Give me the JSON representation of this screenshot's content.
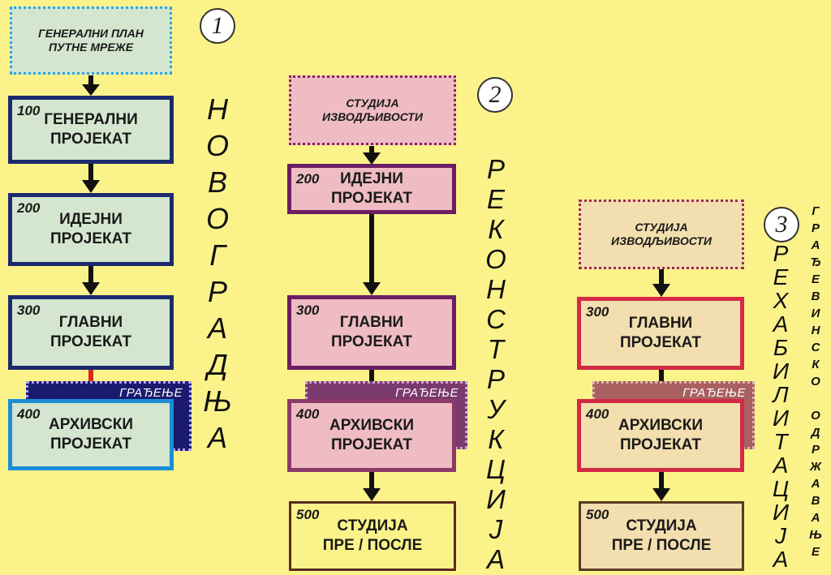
{
  "colors": {
    "background": "#fbf38a",
    "col1_fill": "#d4e6cf",
    "col1_border": "#1c2a6e",
    "col1_archive_border": "#1a8fd6",
    "col1_source_border": "#2aa6e0",
    "col2_fill": "#eebcc2",
    "col2_border": "#6b1e62",
    "col2_source_border": "#8c2060",
    "col3_fill": "#f2deae",
    "col3_border": "#d42a46",
    "col3_source_border": "#a02a50",
    "end_fill_col2": "#fbf38a",
    "end_border_col2": "#5a2a20",
    "end_fill_col3": "#f2deae",
    "end_border_col3": "#5a3a20",
    "red_arrow": "#d8261e"
  },
  "column1": {
    "marker": "1",
    "source": {
      "line1": "ГЕНЕРАЛНИ ПЛАН",
      "line2": "ПУТНЕ МРЕЖЕ"
    },
    "boxes": [
      {
        "num": "100",
        "line1": "ГЕНЕРАЛНИ",
        "line2": "ПРОЈЕКАТ"
      },
      {
        "num": "200",
        "line1": "ИДЕЈНИ",
        "line2": "ПРОЈЕКАТ"
      },
      {
        "num": "300",
        "line1": "ГЛАВНИ",
        "line2": "ПРОЈЕКАТ"
      },
      {
        "num": "400",
        "line1": "АРХИВСКИ",
        "line2": "ПРОЈЕКАТ"
      }
    ],
    "construction_label": "ГРАЂЕЊЕ",
    "vertical_letters": [
      "Н",
      "О",
      "В",
      "О",
      "Г",
      "Р",
      "А",
      "Д",
      "Њ",
      "А"
    ]
  },
  "column2": {
    "marker": "2",
    "source": {
      "line1": "СТУДИЈА",
      "line2": "ИЗВОДЉИВОСТИ"
    },
    "boxes": [
      {
        "num": "200",
        "line1": "ИДЕЈНИ",
        "line2": "ПРОЈЕКАТ"
      },
      {
        "num": "300",
        "line1": "ГЛАВНИ",
        "line2": "ПРОЈЕКАТ"
      },
      {
        "num": "400",
        "line1": "АРХИВСКИ",
        "line2": "ПРОЈЕКАТ"
      },
      {
        "num": "500",
        "line1": "СТУДИЈА",
        "line2": "ПРЕ / ПОСЛЕ"
      }
    ],
    "construction_label": "ГРАЂЕЊЕ",
    "vertical_letters": [
      "Р",
      "Е",
      "К",
      "О",
      "Н",
      "С",
      "Т",
      "Р",
      "У",
      "К",
      "Ц",
      "И",
      "Ј",
      "А"
    ]
  },
  "column3": {
    "marker": "3",
    "source": {
      "line1": "СТУДИЈА",
      "line2": "ИЗВОДЉИВОСТИ"
    },
    "boxes": [
      {
        "num": "300",
        "line1": "ГЛАВНИ",
        "line2": "ПРОЈЕКАТ"
      },
      {
        "num": "400",
        "line1": "АРХИВСКИ",
        "line2": "ПРОЈЕКАТ"
      },
      {
        "num": "500",
        "line1": "СТУДИЈА",
        "line2": "ПРЕ / ПОСЛЕ"
      }
    ],
    "construction_label": "ГРАЂЕЊЕ",
    "vertical_letters": [
      "Р",
      "Е",
      "Х",
      "А",
      "Б",
      "И",
      "Л",
      "И",
      "Т",
      "А",
      "Ц",
      "И",
      "Ј",
      "А"
    ],
    "vertical_letters_small": [
      "Г",
      "Р",
      "А",
      "Ђ",
      "Е",
      "В",
      "И",
      "Н",
      "С",
      "К",
      "О",
      " ",
      "О",
      "Д",
      "Р",
      "Ж",
      "А",
      "В",
      "А",
      "Њ",
      "Е"
    ]
  }
}
